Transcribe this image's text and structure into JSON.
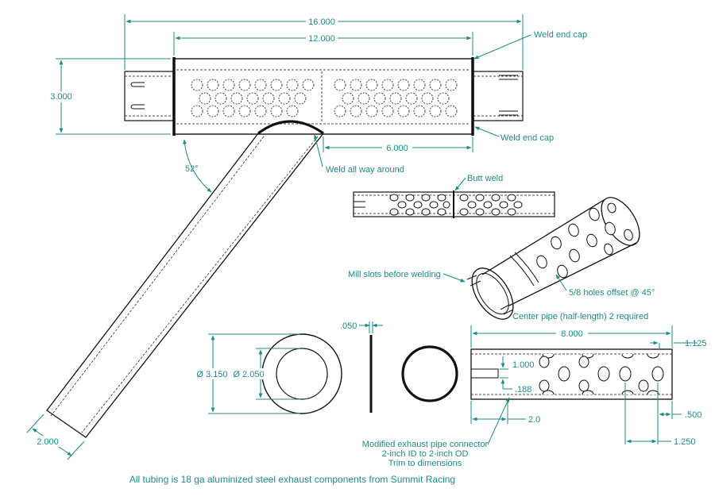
{
  "colors": {
    "ink": "#111111",
    "dimension": "#1f8a86",
    "background": "#ffffff"
  },
  "dimensions": {
    "overall_length": "16.000",
    "muffler_length": "12.000",
    "muffler_height": "3.000",
    "outlet_offset": "6.000",
    "angle": "52°",
    "pipe_width": "2.000",
    "outer_diameter": "Ø 3.150",
    "inner_diameter": "Ø 2.050",
    "gasket_thickness": ".050",
    "center_pipe_length": "8.000",
    "end_offset": "1.125",
    "slot_depth": "1.000",
    "slot_width": ".188",
    "first_hole": "2.0",
    "hole_edge": ".500",
    "hole_spacing": "1.250"
  },
  "notes": {
    "weld_cap_top": "Weld end cap",
    "weld_cap_bottom": "Weld end cap",
    "weld_around": "Weld all way around",
    "butt_weld": "Butt weld",
    "mill_slots": "Mill slots before welding",
    "holes_offset": "5/8 holes offset @ 45°",
    "center_pipe": "Center pipe (half-length) 2 required",
    "connector_line1": "Modified exhaust pipe connector",
    "connector_line2": "2-inch ID to 2-inch OD",
    "connector_line3": "Trim to dimensions"
  },
  "footer": "All tubing is 18 ga aluminized steel exhaust components from Summit Racing"
}
